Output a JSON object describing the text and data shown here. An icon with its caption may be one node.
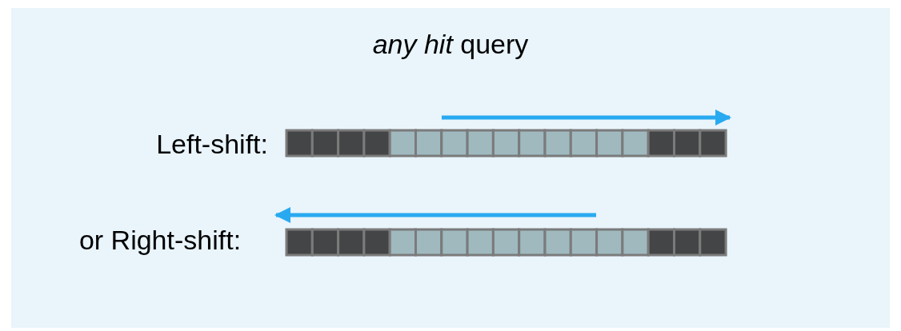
{
  "diagram": {
    "title": "*any hit* query",
    "labels": [
      "Left-shift:",
      "or Right-shift:"
    ]
  }
}
